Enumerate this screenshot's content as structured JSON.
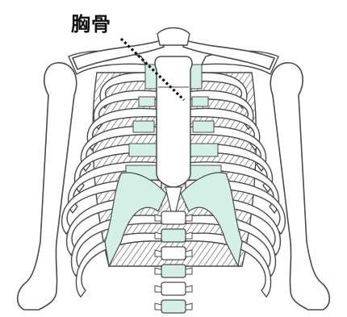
{
  "label": {
    "text": "胸骨"
  },
  "colors": {
    "cartilage": "#d4f0e6",
    "bone_fill": "#ffffff",
    "outline": "#4a4a4a",
    "hatch": "#555555",
    "leader": "#111111"
  },
  "parts": [
    "clavicle",
    "humerus",
    "rib",
    "sternum",
    "costal-cartilage",
    "vertebra",
    "scapula"
  ]
}
